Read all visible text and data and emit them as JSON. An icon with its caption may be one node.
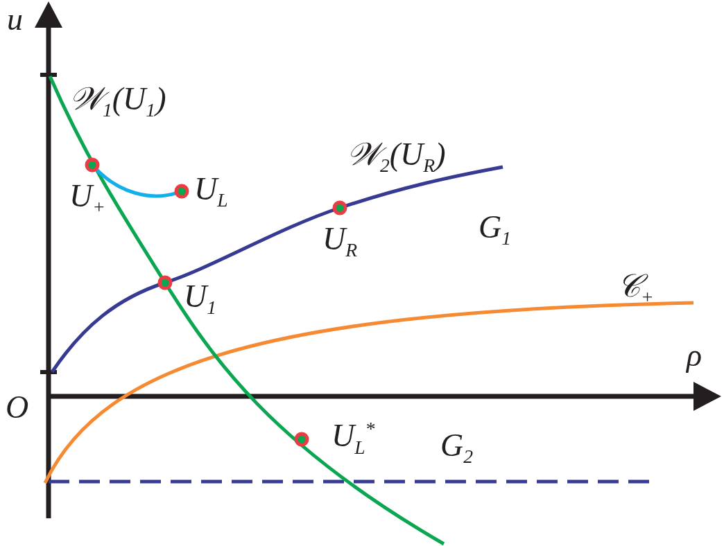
{
  "diagram": {
    "labels": [
      "u",
      "𝒲$_{1}$(U$_{1}$)",
      "𝒲$_{2}$(U$_{R}$)",
      "U$_{+}$",
      "U$_{L}$",
      "U$_{R}$",
      "G$_{1}$",
      "U$_{1}$",
      "𝒞$_{+}$",
      "ρ",
      "O",
      "U$_{L}$$^{*}$",
      "G$_{2}$"
    ]
  }
}
